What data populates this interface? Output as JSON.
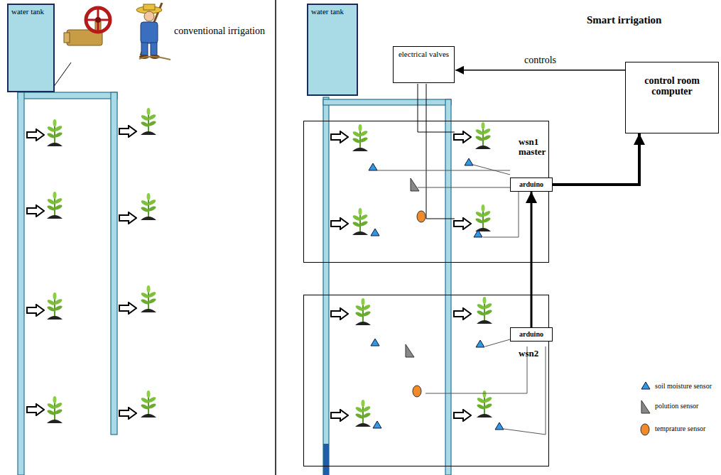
{
  "diagram": {
    "nodes": [
      {
        "text": [
          "water tank"
        ]
      },
      {
        "text": [
          "water tank"
        ]
      },
      {
        "text": [
          "electrical valves"
        ]
      },
      {
        "text": [
          "control room computer"
        ]
      },
      {
        "text": [
          "wsn1 master"
        ]
      },
      {
        "text": [
          "arduino"
        ],
        "in": 4
      },
      {
        "text": [
          "wsn2"
        ]
      },
      {
        "text": [
          "arduino"
        ],
        "in": 6
      }
    ],
    "edges": [
      {
        "from": 3,
        "to": 2,
        "label": "controls",
        "arrow": "to"
      },
      {
        "from": 5,
        "to": 3,
        "arrow": "to"
      },
      {
        "from": 7,
        "to": 5,
        "arrow": "to"
      }
    ],
    "labels": [
      "conventional irrigation",
      "Smart irrigation"
    ],
    "legend": [
      {
        "text": "soil moisture sensor"
      },
      {
        "text": "polution sensor"
      },
      {
        "text": "temprature sensor"
      }
    ]
  }
}
